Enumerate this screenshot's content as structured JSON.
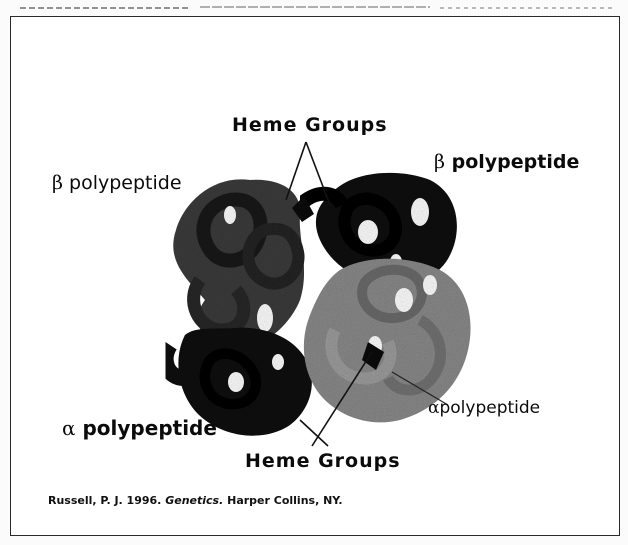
{
  "labels": {
    "heme_top": "Heme Groups",
    "heme_bottom": "Heme Groups",
    "beta_left_symbol": "β",
    "beta_left_text": "polypeptide",
    "beta_right_symbol": "β",
    "beta_right_text": "polypeptide",
    "alpha_left_symbol": "α",
    "alpha_left_text": "polypeptide",
    "alpha_right_symbol": "α",
    "alpha_right_text": "polypeptide"
  },
  "citation": {
    "authors": "Russell, P. J. 1996.",
    "title": "Genetics.",
    "publisher": "Harper Collins, NY."
  },
  "colors": {
    "beta_chain_dark": "#1a1a1a",
    "beta_chain_left": "#3a3a3a",
    "alpha_chain_gray": "#7d7d7d",
    "alpha_chain_light": "#a3a3a3",
    "heme": "#111111"
  }
}
